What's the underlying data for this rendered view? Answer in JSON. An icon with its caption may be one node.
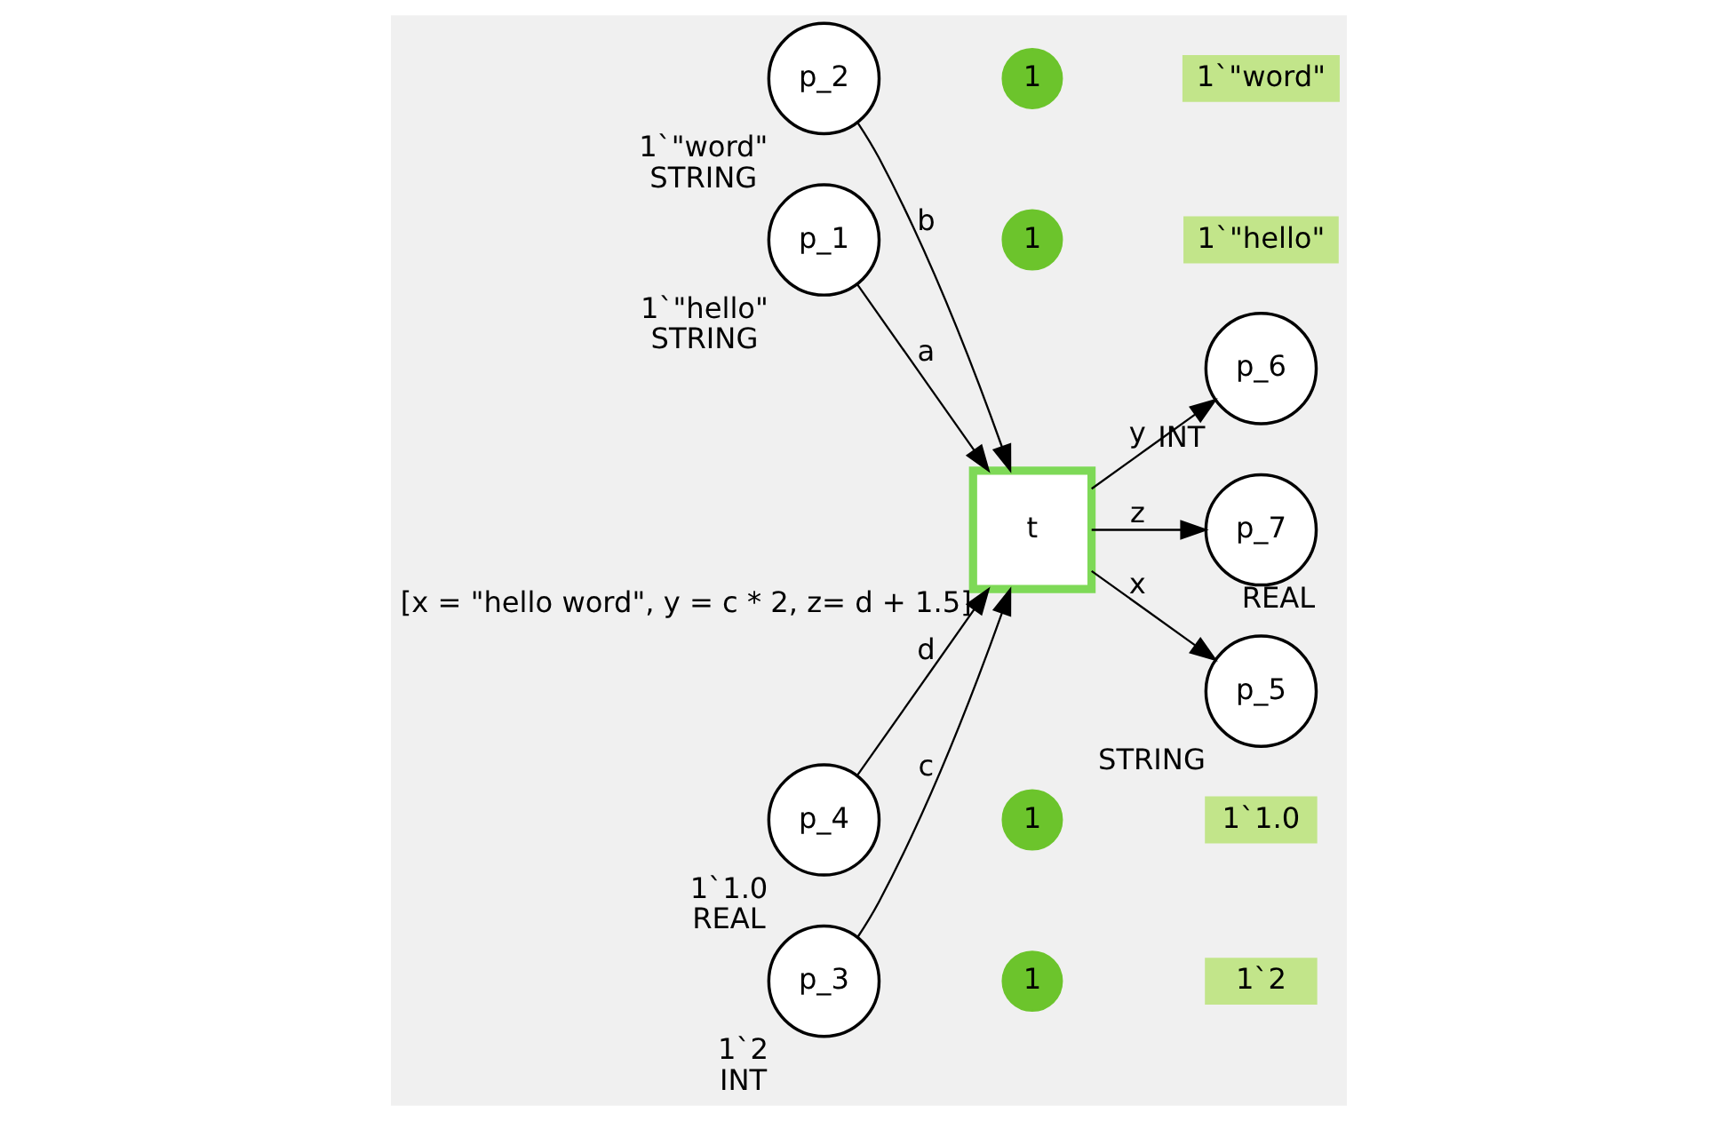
{
  "diagram": {
    "nodes": [
      {
        "text": [
          "p_1"
        ],
        "beside": [
          "1`\"hello\"",
          "STRING"
        ]
      },
      {
        "text": [
          "1"
        ]
      },
      {
        "text": [
          "1`\"hello\""
        ]
      },
      {
        "text": [
          "p_2"
        ],
        "beside": [
          "1`\"word\"",
          "STRING"
        ]
      },
      {
        "text": [
          "1"
        ]
      },
      {
        "text": [
          "1`\"word\""
        ]
      },
      {
        "text": [
          "p_3"
        ],
        "beside": [
          "1`2",
          "INT"
        ]
      },
      {
        "text": [
          "1"
        ]
      },
      {
        "text": [
          "1`2"
        ]
      },
      {
        "text": [
          "p_4"
        ],
        "beside": [
          "1`1.0",
          "REAL"
        ]
      },
      {
        "text": [
          "1"
        ]
      },
      {
        "text": [
          "1`1.0"
        ]
      },
      {
        "text": [
          "t"
        ],
        "beside": [
          "[x = \"hello word\", y = c * 2, z= d + 1.5]"
        ]
      },
      {
        "text": [
          "p_5"
        ],
        "beside": [
          "STRING"
        ]
      },
      {
        "text": [
          "p_6"
        ],
        "beside": [
          "INT"
        ]
      },
      {
        "text": [
          "p_7"
        ],
        "beside": [
          "REAL"
        ]
      }
    ],
    "edges": [
      {
        "from": 0,
        "to": 12,
        "arrow": "to",
        "label": "a"
      },
      {
        "from": 3,
        "to": 12,
        "arrow": "to",
        "label": "b"
      },
      {
        "from": 6,
        "to": 12,
        "arrow": "to",
        "label": "c"
      },
      {
        "from": 9,
        "to": 12,
        "arrow": "to",
        "label": "d"
      },
      {
        "from": 12,
        "to": 13,
        "arrow": "to",
        "label": "x"
      },
      {
        "from": 12,
        "to": 14,
        "arrow": "to",
        "label": "y"
      },
      {
        "from": 12,
        "to": 15,
        "arrow": "to",
        "label": "z"
      }
    ]
  }
}
